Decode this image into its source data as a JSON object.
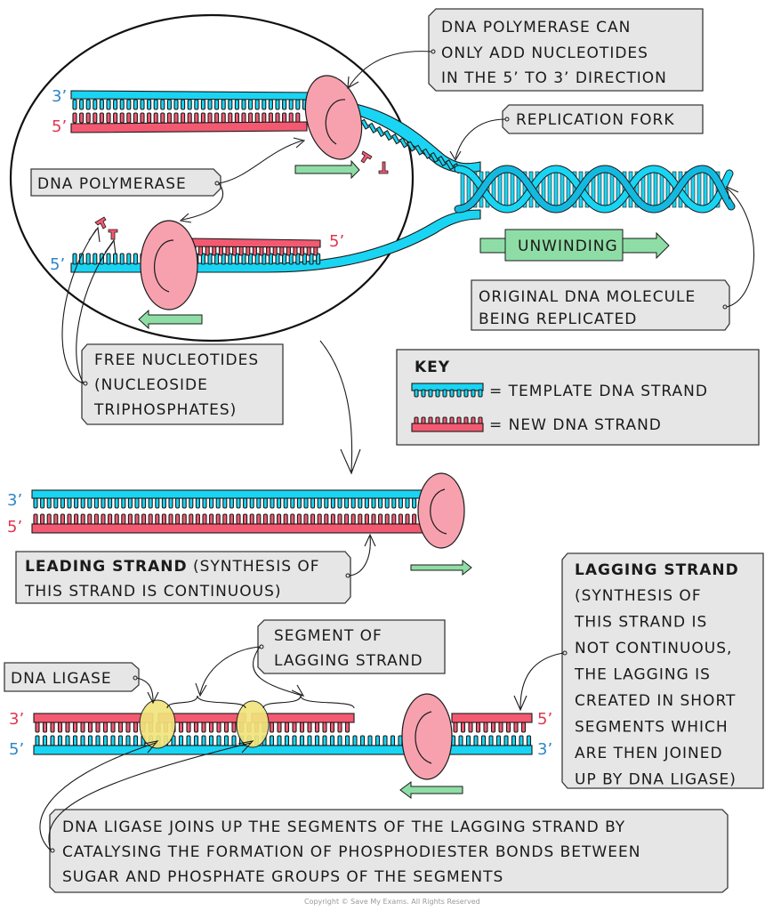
{
  "top_section": {
    "end_labels": {
      "upper_template_left": "3’",
      "upper_new_left": "5’",
      "lower_template_left": "5’",
      "lower_new_right": "5’"
    },
    "callouts": {
      "polymerase_direction": [
        "DNA POLYMERASE CAN",
        "ONLY ADD NUCLEOTIDES",
        "IN THE 5’ TO 3’ DIRECTION"
      ],
      "replication_fork": "REPLICATION FORK",
      "dna_polymerase": "DNA POLYMERASE",
      "unwinding": "UNWINDING",
      "original_molecule": [
        "ORIGINAL DNA MOLECULE",
        "BEING REPLICATED"
      ],
      "free_nucleotides": [
        "FREE NUCLEOTIDES",
        "(NUCLEOSIDE",
        "TRIPHOSPHATES)"
      ]
    }
  },
  "key": {
    "title": "KEY",
    "items": [
      {
        "label": "= TEMPLATE  DNA STRAND",
        "color": "#19d5f3"
      },
      {
        "label": "= NEW DNA STRAND",
        "color": "#f35a72"
      }
    ]
  },
  "leading_section": {
    "end_labels": {
      "template_left": "3’",
      "new_left": "5’"
    },
    "callout_bold": "LEADING STRAND",
    "callout_line1_rest": " (SYNTHESIS OF",
    "callout_line2": "THIS STRAND IS CONTINUOUS)"
  },
  "lagging_section": {
    "end_labels": {
      "new_left": "3’",
      "template_left": "5’",
      "new_right": "5’",
      "template_right": "3’"
    },
    "dna_ligase": "DNA LIGASE",
    "segment": [
      "SEGMENT OF",
      "LAGGING STRAND"
    ],
    "lagging_title": "LAGGING STRAND",
    "lagging_text": [
      "(SYNTHESIS OF",
      "THIS STRAND IS",
      "NOT CONTINUOUS,",
      "THE LAGGING IS",
      "CREATED IN SHORT",
      "SEGMENTS WHICH",
      "ARE THEN JOINED",
      "UP BY DNA LIGASE)"
    ],
    "ligase_explanation": [
      "DNA LIGASE JOINS UP THE SEGMENTS OF THE LAGGING STRAND BY",
      "CATALYSING THE FORMATION OF PHOSPHODIESTER BONDS BETWEEN",
      "SUGAR AND PHOSPHATE GROUPS OF THE SEGMENTS"
    ]
  },
  "colors": {
    "template": "#19d5f3",
    "new_strand": "#f35a72",
    "polymerase": "#f7a1ae",
    "ligase": "#f1e47c",
    "direction_arrow": "#8fdda6",
    "label_box": "#e6e6e6"
  },
  "copyright": "Copyright © Save My Exams. All Rights Reserved"
}
